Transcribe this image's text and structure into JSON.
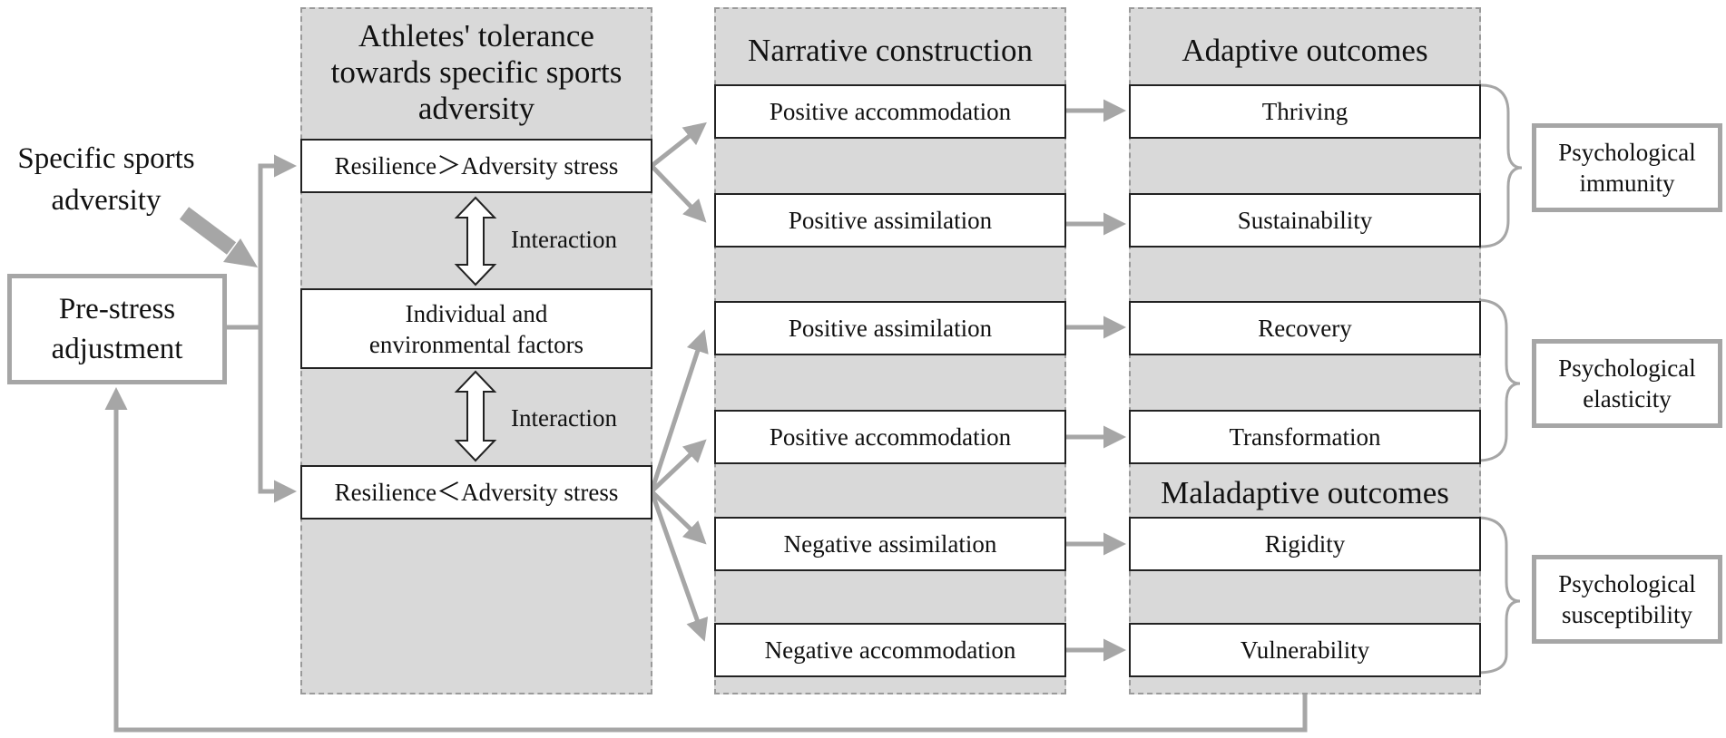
{
  "inputs": {
    "adversity": "Specific sports adversity",
    "pre_stress": "Pre-stress adjustment"
  },
  "columns": {
    "tolerance": {
      "title": "Athletes' tolerance towards specific sports adversity",
      "high": "Resilience＞Adversity stress",
      "factors": "Individual and environmental factors",
      "low": "Resilience＜Adversity stress",
      "interaction_top": "Interaction",
      "interaction_bottom": "Interaction"
    },
    "narrative": {
      "title": "Narrative construction",
      "items": [
        "Positive accommodation",
        "Positive assimilation",
        "Positive assimilation",
        "Positive accommodation",
        "Negative assimilation",
        "Negative accommodation"
      ]
    },
    "outcomes": {
      "adaptive_title": "Adaptive outcomes",
      "maladaptive_title": "Maladaptive outcomes",
      "items": [
        "Thriving",
        "Sustainability",
        "Recovery",
        "Transformation",
        "Rigidity",
        "Vulnerability"
      ]
    }
  },
  "groups": [
    "Psychological immunity",
    "Psychological elasticity",
    "Psychological susceptibility"
  ],
  "colors": {
    "panel": "#d9d9d9",
    "arrow": "#a6a6a6",
    "border": "#222222"
  }
}
